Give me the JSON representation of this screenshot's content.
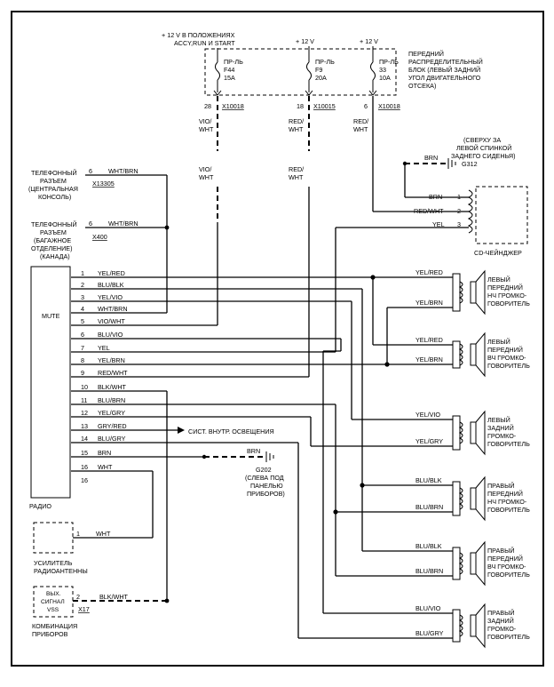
{
  "power_supply": {
    "label_a_line1": "+ 12 V В ПОЛОЖЕНИЯХ",
    "label_a_line2": "ACCY,RUN И START",
    "label_b": "+ 12 V",
    "label_c": "+ 12 V"
  },
  "fuse_box": {
    "line1": "ПЕРЕДНИЙ",
    "line2": "РАСПРЕДЕЛИТЕЛЬНЫЙ",
    "line3": "БЛОК (ЛЕВЫЙ ЗАДНИЙ",
    "line4": "УГОЛ ДВИГАТЕЛЬНОГО",
    "line5": "ОТСЕКА)"
  },
  "fuses": [
    {
      "name": "ПР-ЛЬ",
      "id": "F44",
      "amps": "15A",
      "pin": "28",
      "connector": "X10018",
      "wire1": "VIO/",
      "wire2": "WHT"
    },
    {
      "name": "ПР-ЛЬ",
      "id": "F9",
      "amps": "20A",
      "pin": "18",
      "connector": "X10015",
      "wire1": "RED/",
      "wire2": "WHT"
    },
    {
      "name": "ПР-ЛЬ",
      "id": "33",
      "amps": "10A",
      "pin": "6",
      "connector": "X10018",
      "wire1": "RED/",
      "wire2": "WHT"
    }
  ],
  "vertical_labels": {
    "vio_1": "VIO/",
    "vio_2": "WHT",
    "red_1": "RED/",
    "red_2": "WHT"
  },
  "phone_center": {
    "line1": "ТЕЛЕФОННЫЙ",
    "line2": "РАЗЪЕМ",
    "line3": "(ЦЕНТРАЛЬНАЯ",
    "line4": "КОНСОЛЬ)",
    "pin": "6",
    "wire": "WHT/BRN",
    "connector": "X13305"
  },
  "phone_trunk": {
    "line1": "ТЕЛЕФОННЫЙ",
    "line2": "РАЗЪЕМ",
    "line3": "(БАГАЖНОЕ",
    "line4": "ОТДЕЛЕНИЕ)",
    "line5": "(КАНАДА)",
    "pin": "6",
    "wire": "WHT/BRN",
    "connector": "X400"
  },
  "g312": {
    "wire": "BRN",
    "ground": "G312",
    "line1": "(СВЕРХУ ЗА",
    "line2": "ЛЕВОЙ СПИНКОЙ",
    "line3": "ЗАДНЕГО СИДЕНЬЯ)"
  },
  "cd_changer": {
    "label": "CD-ЧЕЙНДЖЕР",
    "pins": [
      {
        "num": "1",
        "wire": "BRN"
      },
      {
        "num": "2",
        "wire": "RED/WHT"
      },
      {
        "num": "3",
        "wire": "YEL"
      }
    ]
  },
  "radio": {
    "label": "РАДИО",
    "mute": "MUTE",
    "pins": [
      {
        "num": "1",
        "wire": "YEL/RED"
      },
      {
        "num": "2",
        "wire": "BLU/BLK"
      },
      {
        "num": "3",
        "wire": "YEL/VIO"
      },
      {
        "num": "4",
        "wire": "WHT/BRN"
      },
      {
        "num": "5",
        "wire": "VIO/WHT"
      },
      {
        "num": "6",
        "wire": "BLU/VIO"
      },
      {
        "num": "7",
        "wire": "YEL"
      },
      {
        "num": "8",
        "wire": "YEL/BRN"
      },
      {
        "num": "9",
        "wire": "RED/WHT"
      },
      {
        "num": "10",
        "wire": "BLK/WHT"
      },
      {
        "num": "11",
        "wire": "BLU/BRN"
      },
      {
        "num": "12",
        "wire": "YEL/GRY"
      },
      {
        "num": "13",
        "wire": "GRY/RED"
      },
      {
        "num": "14",
        "wire": "BLU/GRY"
      },
      {
        "num": "15",
        "wire": "BRN"
      },
      {
        "num": "16",
        "wire": "WHT"
      },
      {
        "num": "16",
        "wire": ""
      }
    ]
  },
  "illumination": "СИСТ. ВНУТР. ОСВЕЩЕНИЯ",
  "g202": {
    "wire": "BRN",
    "ground": "G202",
    "line1": "(СЛЕВА ПОД",
    "line2": "ПАНЕЛЬЮ",
    "line3": "ПРИБОРОВ)"
  },
  "antenna": {
    "pin": "1",
    "wire": "WHT",
    "line1": "УСИЛИТЕЛЬ",
    "line2": "РАДИОАНТЕННЫ"
  },
  "cluster": {
    "box_line1": "ВЫХ.",
    "box_line2": "СИГНАЛ",
    "box_line3": "VSS",
    "pin": "2",
    "wire": "BLK/WHT",
    "connector": "X17",
    "line1": "КОМБИНАЦИЯ",
    "line2": "ПРИБОРОВ"
  },
  "speakers": [
    {
      "wire_top": "YEL/RED",
      "wire_bot": "YEL/BRN",
      "l1": "ЛЕВЫЙ",
      "l2": "ПЕРЕДНИЙ",
      "l3": "НЧ ГРОМКО-",
      "l4": "ГОВОРИТЕЛЬ"
    },
    {
      "wire_top": "YEL/RED",
      "wire_bot": "YEL/BRN",
      "l1": "ЛЕВЫЙ",
      "l2": "ПЕРЕДНИЙ",
      "l3": "ВЧ ГРОМКО-",
      "l4": "ГОВОРИТЕЛЬ"
    },
    {
      "wire_top": "YEL/VIO",
      "wire_bot": "YEL/GRY",
      "l1": "ЛЕВЫЙ",
      "l2": "ЗАДНИЙ",
      "l3": "ГРОМКО-",
      "l4": "ГОВОРИТЕЛЬ"
    },
    {
      "wire_top": "BLU/BLK",
      "wire_bot": "BLU/BRN",
      "l1": "ПРАВЫЙ",
      "l2": "ПЕРЕДНИЙ",
      "l3": "НЧ ГРОМКО-",
      "l4": "ГОВОРИТЕЛЬ"
    },
    {
      "wire_top": "BLU/BLK",
      "wire_bot": "BLU/BRN",
      "l1": "ПРАВЫЙ",
      "l2": "ПЕРЕДНИЙ",
      "l3": "ВЧ ГРОМКО-",
      "l4": "ГОВОРИТЕЛЬ"
    },
    {
      "wire_top": "BLU/VIO",
      "wire_bot": "BLU/GRY",
      "l1": "ПРАВЫЙ",
      "l2": "ЗАДНИЙ",
      "l3": "ГРОМКО-",
      "l4": "ГОВОРИТЕЛЬ"
    }
  ]
}
